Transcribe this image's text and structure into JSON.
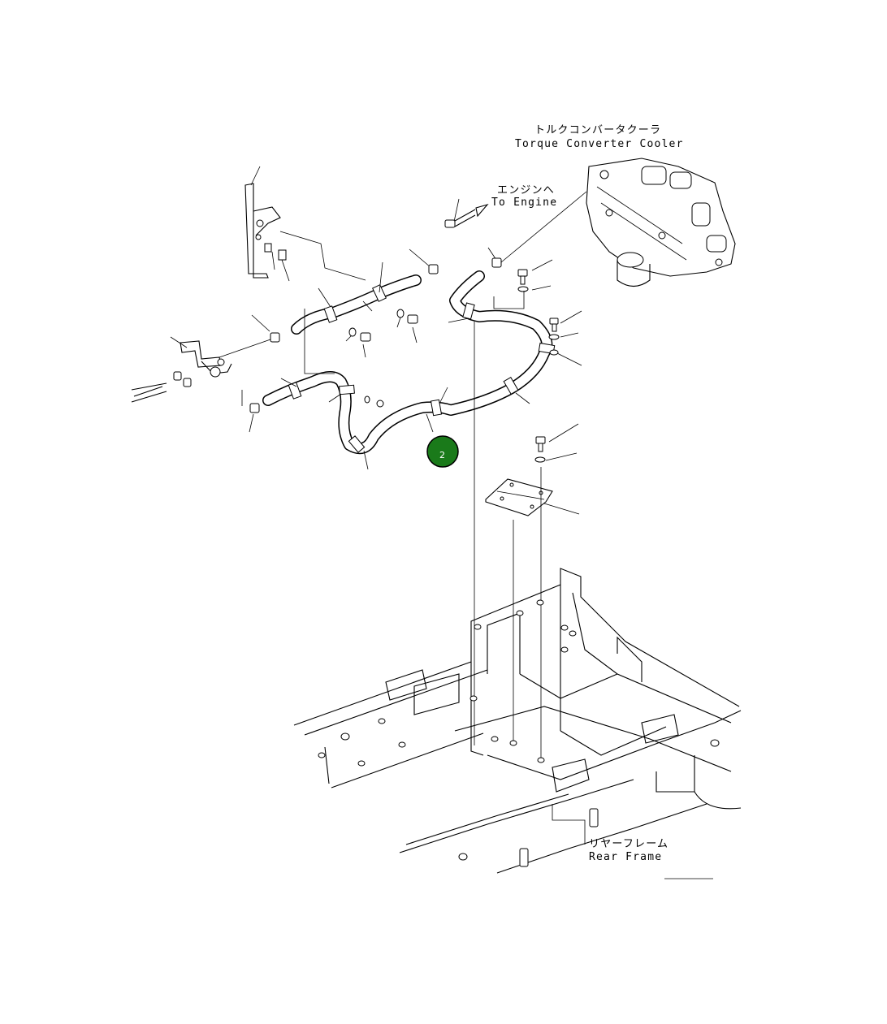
{
  "labels": {
    "torque_converter_jp": "トルクコンバータクーラ",
    "torque_converter_en": "Torque Converter Cooler",
    "to_engine_jp": "エンジンへ",
    "to_engine_en": "To Engine",
    "rear_frame_jp": "リヤーフレーム",
    "rear_frame_en": "Rear Frame"
  },
  "callout": {
    "number": "2",
    "color": "#1a7a1a"
  }
}
